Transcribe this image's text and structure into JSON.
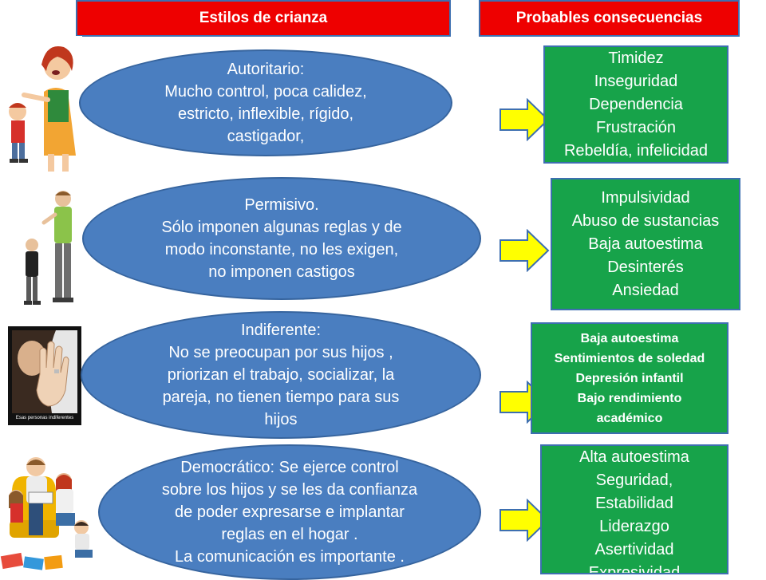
{
  "headers": {
    "left": "Estilos de crianza",
    "right": "Probables consecuencias"
  },
  "styles": [
    {
      "lines": [
        "Autoritario:",
        "Mucho control, poca calidez,",
        "estricto, inflexible, rígido,",
        "castigador,"
      ]
    },
    {
      "lines": [
        "Permisivo.",
        "Sólo imponen algunas reglas y de",
        "modo inconstante, no les exigen,",
        "no imponen castigos"
      ]
    },
    {
      "lines": [
        "Indiferente:",
        "No se preocupan por sus hijos ,",
        "priorizan el trabajo, socializar, la",
        "pareja, no tienen tiempo para sus",
        "hijos"
      ]
    },
    {
      "lines": [
        "Democrático: Se ejerce control",
        "sobre los hijos y se les da confianza",
        "de poder expresarse e implantar",
        "reglas en el hogar .",
        "La comunicación es importante ."
      ]
    }
  ],
  "consequences": [
    {
      "lines": [
        "Timidez",
        "Inseguridad",
        "Dependencia",
        "Frustración",
        "Rebeldía, infelicidad"
      ]
    },
    {
      "lines": [
        "Impulsividad",
        "Abuso de sustancias",
        "Baja autoestima",
        "Desinterés",
        "Ansiedad"
      ]
    },
    {
      "lines": [
        "Baja autoestima",
        "Sentimientos de soledad",
        "Depresión infantil",
        "Bajo rendimiento",
        "académico"
      ]
    },
    {
      "lines": [
        "Alta autoestima",
        "Seguridad,",
        "Estabilidad",
        "Liderazgo",
        "Asertividad",
        "Expresividad"
      ]
    }
  ],
  "poster_caption": "Esas personas indiferentes",
  "colors": {
    "header_bg": "#ee0000",
    "ellipse_bg": "#4a7ec0",
    "consequence_bg": "#17a34a",
    "arrow_fill": "#ffff00"
  }
}
